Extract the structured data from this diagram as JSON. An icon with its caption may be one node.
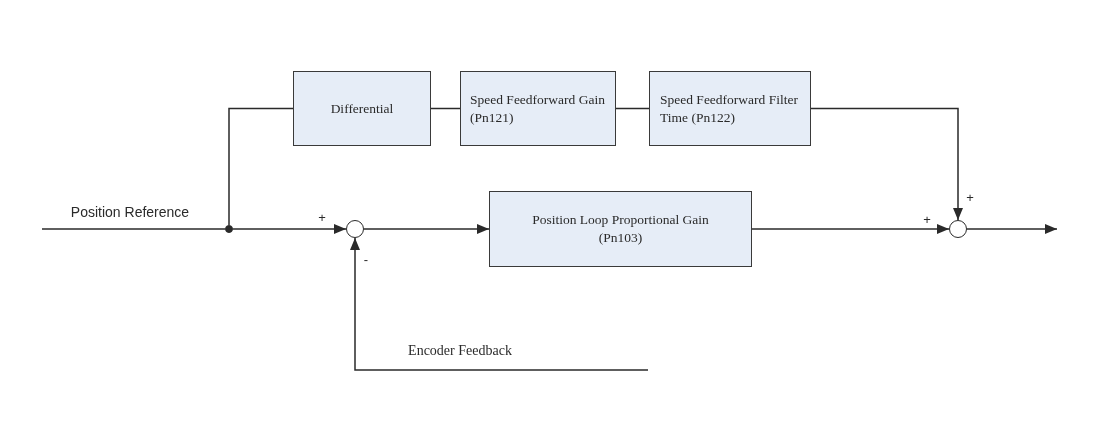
{
  "diagram": {
    "nodes": [
      {
        "text": [],
        "shape": "circle"
      },
      {
        "text": [
          "Differential"
        ]
      },
      {
        "text": [
          "Speed Feedforward Gain (Pn121)"
        ]
      },
      {
        "text": [
          "Speed Feedforward Filter Time (Pn122)"
        ]
      },
      {
        "text": [],
        "shape": "circle"
      },
      {
        "text": [
          "Position Loop Proportional Gain (Pn103)"
        ]
      },
      {
        "text": [],
        "shape": "circle"
      }
    ],
    "edges": [
      {
        "from": null,
        "to": 0,
        "arrow": "none",
        "label": "Position Reference"
      },
      {
        "from": 0,
        "to": 1,
        "arrow": "none"
      },
      {
        "from": 1,
        "to": 2,
        "arrow": "none"
      },
      {
        "from": 2,
        "to": 3,
        "arrow": "none"
      },
      {
        "from": 3,
        "to": 6,
        "arrow": "to"
      },
      {
        "from": 0,
        "to": 4,
        "arrow": "to"
      },
      {
        "from": 4,
        "to": 5,
        "arrow": "to"
      },
      {
        "from": 5,
        "to": 6,
        "arrow": "to"
      },
      {
        "from": 6,
        "to": null,
        "arrow": "to"
      },
      {
        "from": null,
        "to": 4,
        "arrow": "to",
        "label": "Encoder Feedback"
      }
    ],
    "labels": [
      "+",
      "+",
      "+",
      "-"
    ]
  }
}
